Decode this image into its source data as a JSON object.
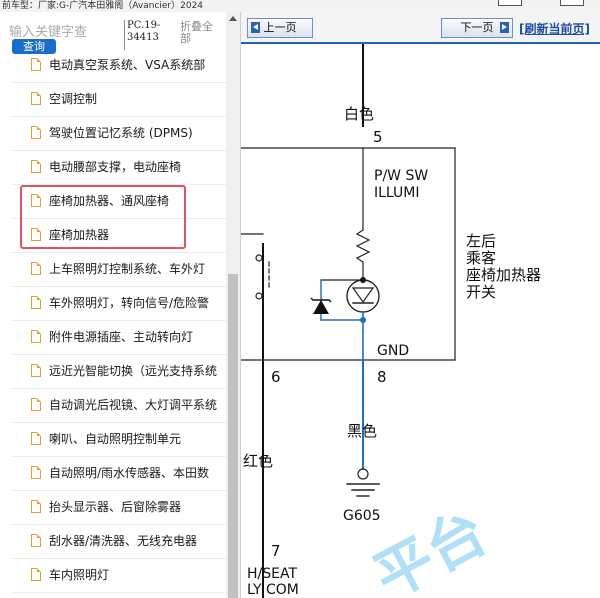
{
  "topbar": {
    "text": "前车型：厂家:G-广汽本田雅阁（Avancier）2024"
  },
  "sidebar": {
    "search": {
      "placeholder": "输入关键字查",
      "button_label": "查询"
    },
    "pc_code": "PC.19-34413",
    "collapse_label": "折叠全部",
    "items": [
      {
        "label": "电动真空泵系统、VSA系统部"
      },
      {
        "label": "空调控制"
      },
      {
        "label": "驾驶位置记忆系统 (DPMS)"
      },
      {
        "label": "电动腰部支撑，电动座椅"
      },
      {
        "label": "座椅加热器、通风座椅"
      },
      {
        "label": "座椅加热器"
      },
      {
        "label": "上车照明灯控制系统、车外灯"
      },
      {
        "label": "车外照明灯，转向信号/危险警"
      },
      {
        "label": "附件电源插座、主动转向灯"
      },
      {
        "label": "远近光智能切换（远光支持系统"
      },
      {
        "label": "自动调光后视镜、大灯调平系统"
      },
      {
        "label": "喇叭、自动照明控制单元"
      },
      {
        "label": "自动照明/雨水传感器、本田数"
      },
      {
        "label": "抬头显示器、后窗除雾器"
      },
      {
        "label": "刮水器/清洗器、无线充电器"
      },
      {
        "label": "车内照明灯"
      }
    ]
  },
  "viewer": {
    "prev_label": "上一页",
    "next_label": "下一页",
    "refresh_label": "[刷新当前页]"
  },
  "diagram": {
    "wire_top_color": "白色",
    "pin_top": "5",
    "switch_label_line1": "P/W SW",
    "switch_label_line2": "ILLUMI",
    "component_line1": "左后",
    "component_line2": "乘客",
    "component_line3": "座椅加热器",
    "component_line4": "开关",
    "gnd_label": "GND",
    "pin_left": "6",
    "pin_gnd": "8",
    "wire_gnd_color": "黑色",
    "ground_label": "G605",
    "wire_left_color": "红色",
    "pin_bottom": "7",
    "bottom_text_line1": "H/SEAT",
    "bottom_text_line2": "LY COM",
    "watermark": "平台"
  },
  "colors": {
    "accent_blue": "#1a6ec8",
    "highlight_red": "#e05561",
    "wire_blue": "#1f6fb7",
    "watermark_cyan": "#4fb8f0"
  }
}
